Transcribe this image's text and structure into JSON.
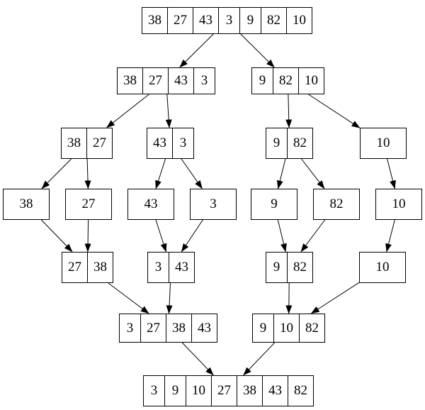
{
  "diagram": {
    "kind": "merge-sort-recursion-tree",
    "colors": {
      "node_border": "#000000",
      "node_fill": "#ffffff",
      "edge": "#000000",
      "background": "#ffffff"
    },
    "nodes": [
      {
        "id": "n0",
        "values": [
          "38",
          "27",
          "43",
          "3",
          "9",
          "82",
          "10"
        ]
      },
      {
        "id": "n1",
        "values": [
          "38",
          "27",
          "43",
          "3"
        ]
      },
      {
        "id": "n2",
        "values": [
          "9",
          "82",
          "10"
        ]
      },
      {
        "id": "n3",
        "values": [
          "38",
          "27"
        ]
      },
      {
        "id": "n4",
        "values": [
          "43",
          "3"
        ]
      },
      {
        "id": "n5",
        "values": [
          "9",
          "82"
        ]
      },
      {
        "id": "n6",
        "values": [
          "10"
        ]
      },
      {
        "id": "n7",
        "values": [
          "38"
        ]
      },
      {
        "id": "n8",
        "values": [
          "27"
        ]
      },
      {
        "id": "n9",
        "values": [
          "43"
        ]
      },
      {
        "id": "n10",
        "values": [
          "3"
        ]
      },
      {
        "id": "n11",
        "values": [
          "9"
        ]
      },
      {
        "id": "n12",
        "values": [
          "82"
        ]
      },
      {
        "id": "n13",
        "values": [
          "10"
        ]
      },
      {
        "id": "n14",
        "values": [
          "27",
          "38"
        ]
      },
      {
        "id": "n15",
        "values": [
          "3",
          "43"
        ]
      },
      {
        "id": "n16",
        "values": [
          "9",
          "82"
        ]
      },
      {
        "id": "n17",
        "values": [
          "10"
        ]
      },
      {
        "id": "n18",
        "values": [
          "3",
          "27",
          "38",
          "43"
        ]
      },
      {
        "id": "n19",
        "values": [
          "9",
          "10",
          "82"
        ]
      },
      {
        "id": "n20",
        "values": [
          "3",
          "9",
          "10",
          "27",
          "38",
          "43",
          "82"
        ]
      }
    ],
    "edges": [
      {
        "from": "n0",
        "to": "n1"
      },
      {
        "from": "n0",
        "to": "n2"
      },
      {
        "from": "n1",
        "to": "n3"
      },
      {
        "from": "n1",
        "to": "n4"
      },
      {
        "from": "n2",
        "to": "n5"
      },
      {
        "from": "n2",
        "to": "n6"
      },
      {
        "from": "n3",
        "to": "n7"
      },
      {
        "from": "n3",
        "to": "n8"
      },
      {
        "from": "n4",
        "to": "n9"
      },
      {
        "from": "n4",
        "to": "n10"
      },
      {
        "from": "n5",
        "to": "n11"
      },
      {
        "from": "n5",
        "to": "n12"
      },
      {
        "from": "n6",
        "to": "n13"
      },
      {
        "from": "n7",
        "to": "n14"
      },
      {
        "from": "n8",
        "to": "n14"
      },
      {
        "from": "n9",
        "to": "n15"
      },
      {
        "from": "n10",
        "to": "n15"
      },
      {
        "from": "n11",
        "to": "n16"
      },
      {
        "from": "n12",
        "to": "n16"
      },
      {
        "from": "n13",
        "to": "n17"
      },
      {
        "from": "n14",
        "to": "n18"
      },
      {
        "from": "n15",
        "to": "n18"
      },
      {
        "from": "n16",
        "to": "n19"
      },
      {
        "from": "n17",
        "to": "n19"
      },
      {
        "from": "n18",
        "to": "n20"
      },
      {
        "from": "n19",
        "to": "n20"
      }
    ]
  }
}
